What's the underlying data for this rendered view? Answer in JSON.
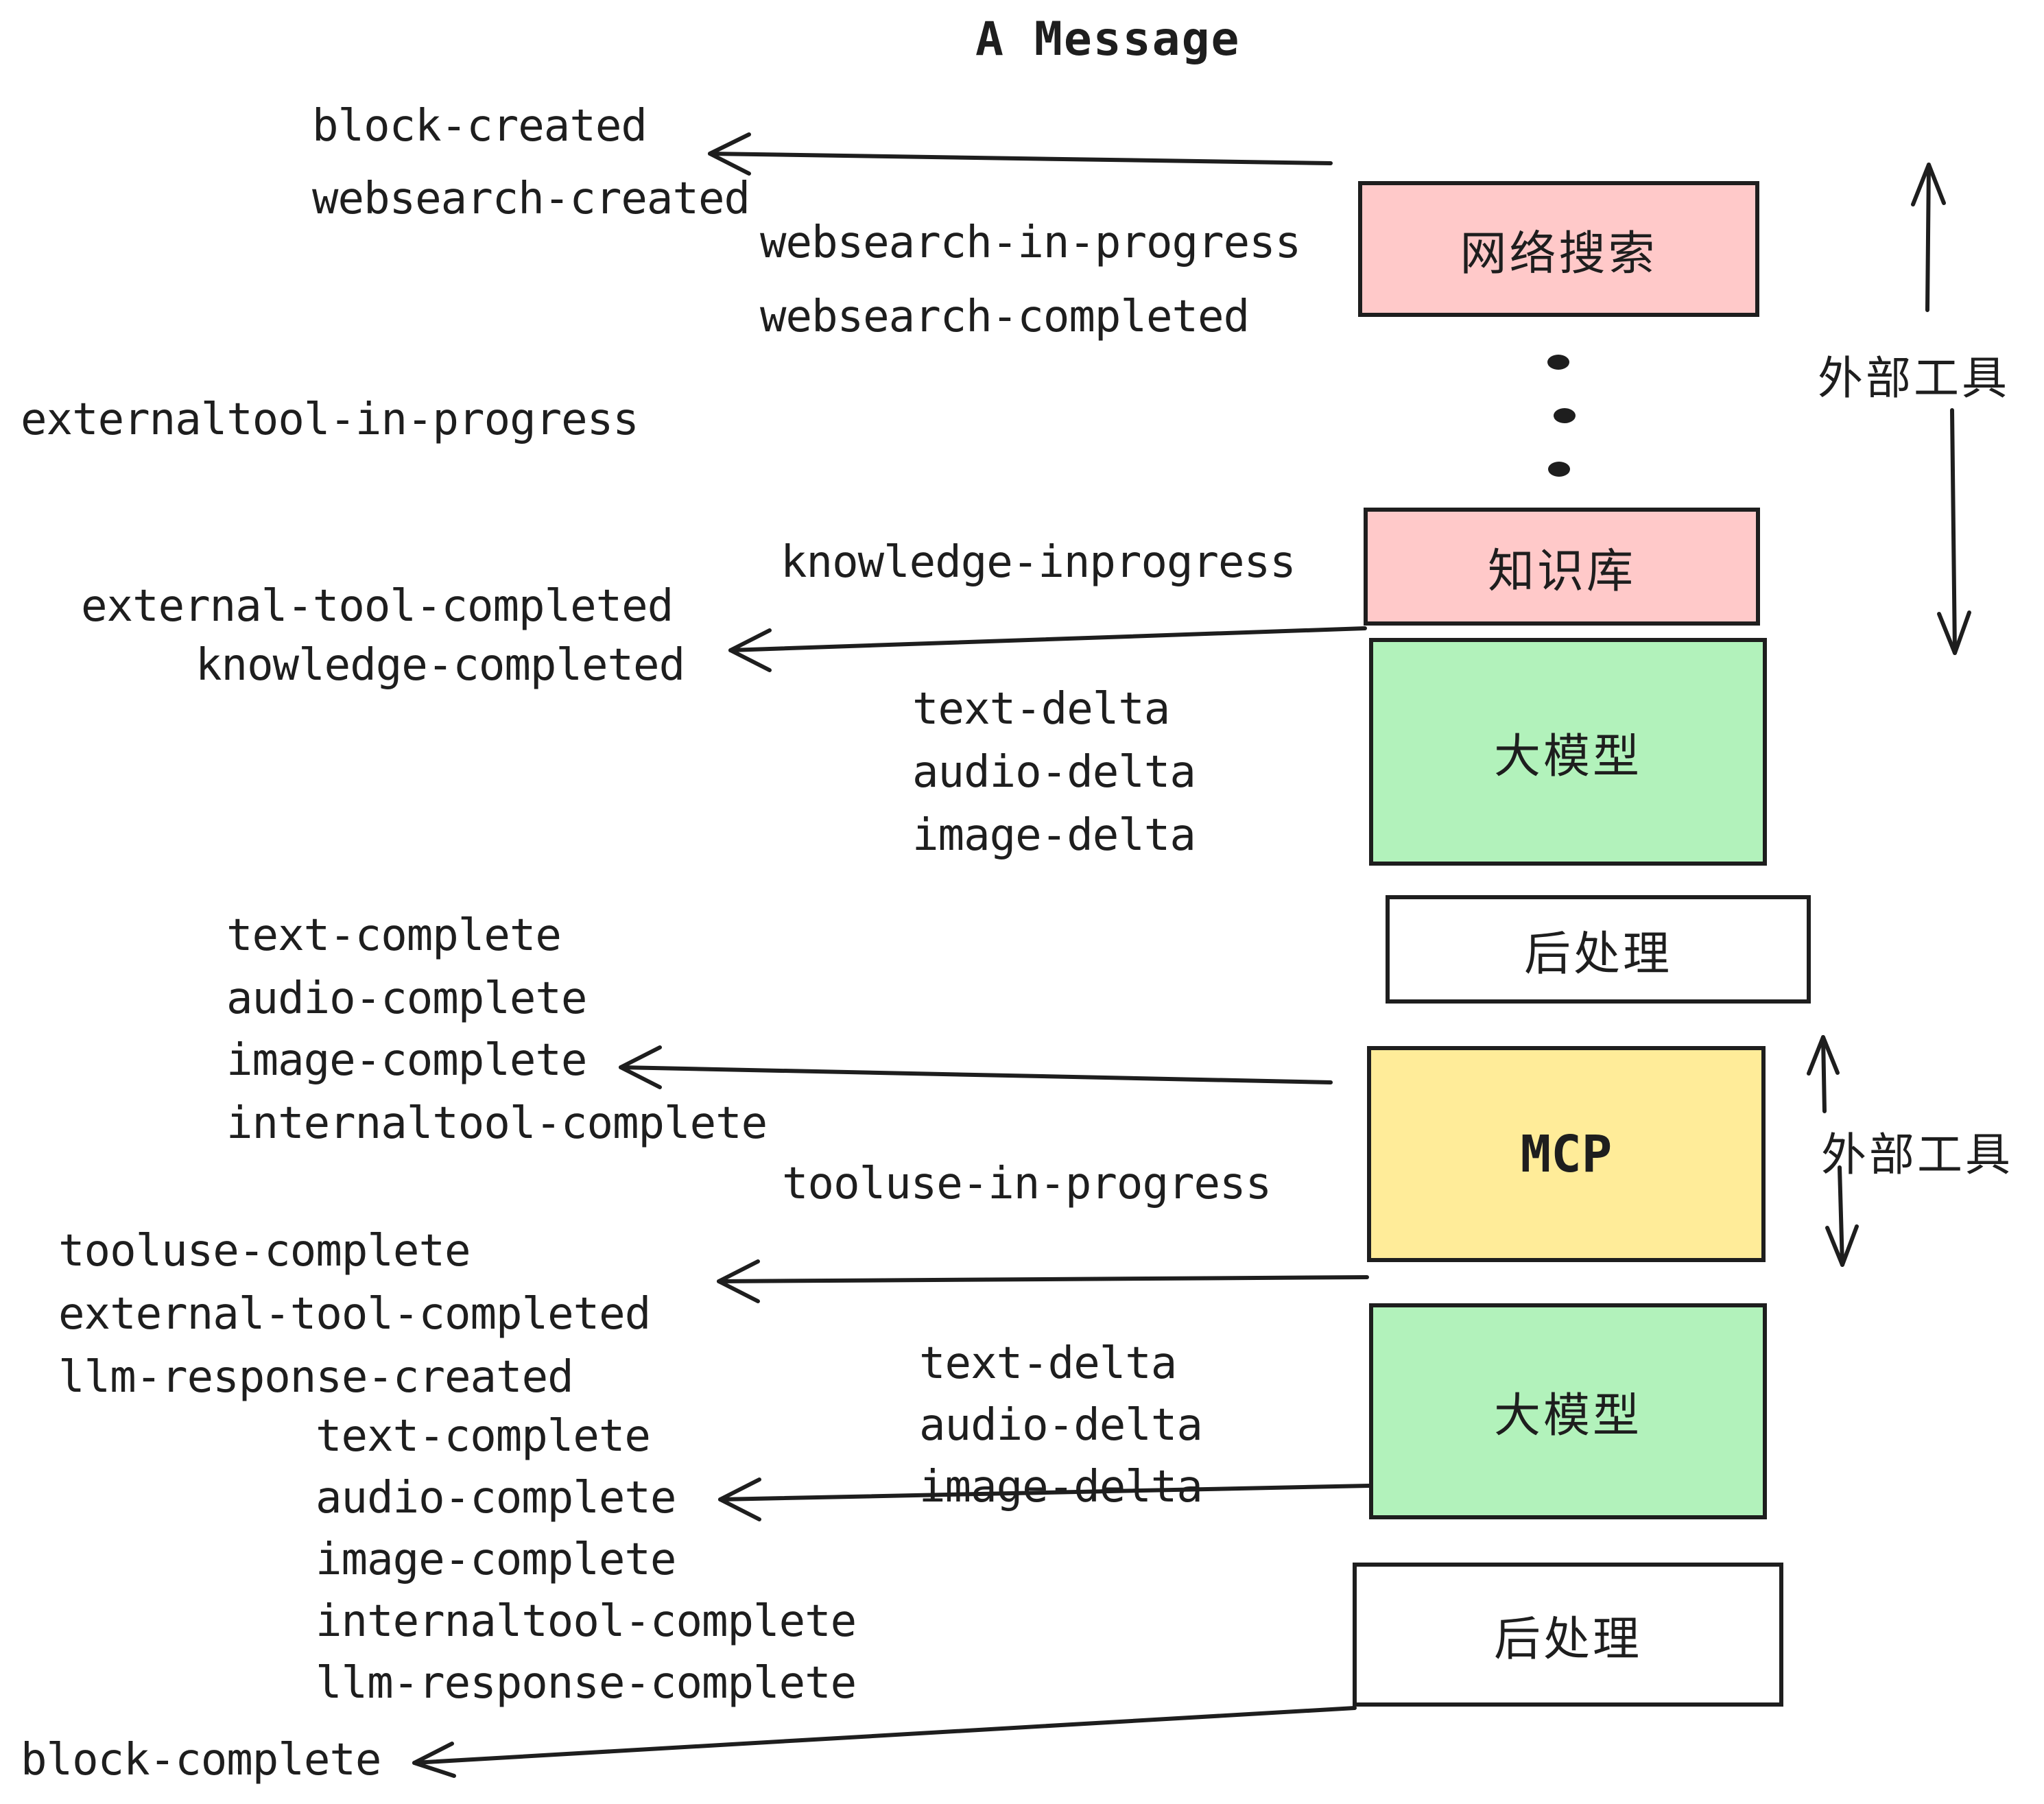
{
  "title": "A Message",
  "events": {
    "block_created": "block-created",
    "websearch_created": "websearch-created",
    "websearch_in_progress": "websearch-in-progress",
    "websearch_completed": "websearch-completed",
    "externaltool_in_progress": "externaltool-in-progress",
    "knowledge_inprogress": "knowledge-inprogress",
    "external_tool_completed": "external-tool-completed",
    "knowledge_completed": "knowledge-completed",
    "text_delta_1": "text-delta",
    "audio_delta_1": "audio-delta",
    "image_delta_1": "image-delta",
    "text_complete_1": "text-complete",
    "audio_complete_1": "audio-complete",
    "image_complete_1": "image-complete",
    "internaltool_complete_1": "internaltool-complete",
    "tooluse_in_progress": "tooluse-in-progress",
    "tooluse_complete": "tooluse-complete",
    "external_tool_completed_2": "external-tool-completed",
    "llm_response_created": "llm-response-created",
    "text_delta_2": "text-delta",
    "audio_delta_2": "audio-delta",
    "image_delta_2": "image-delta",
    "text_complete_2": "text-complete",
    "audio_complete_2": "audio-complete",
    "image_complete_2": "image-complete",
    "internaltool_complete_2": "internaltool-complete",
    "llm_response_complete": "llm-response-complete",
    "block_complete": "block-complete"
  },
  "boxes": [
    {
      "id": "websearch",
      "label": "网络搜索",
      "fill": "#ffc9c9"
    },
    {
      "id": "knowledge",
      "label": "知识库",
      "fill": "#ffc9c9"
    },
    {
      "id": "llm-1",
      "label": "大模型",
      "fill": "#b2f2bb"
    },
    {
      "id": "postprocess-1",
      "label": "后处理",
      "fill": "#ffffff"
    },
    {
      "id": "mcp",
      "label": "MCP",
      "fill": "#ffec99"
    },
    {
      "id": "llm-2",
      "label": "大模型",
      "fill": "#b2f2bb"
    },
    {
      "id": "postprocess-2",
      "label": "后处理",
      "fill": "#ffffff"
    }
  ],
  "side_labels": {
    "external_tools_top": "外部工具",
    "external_tools_mcp": "外部工具"
  },
  "colors": {
    "stroke": "#1e1e1e",
    "pink": "#ffc9c9",
    "green": "#b2f2bb",
    "yellow": "#ffec99",
    "white": "#ffffff",
    "background": "#ffffff"
  }
}
